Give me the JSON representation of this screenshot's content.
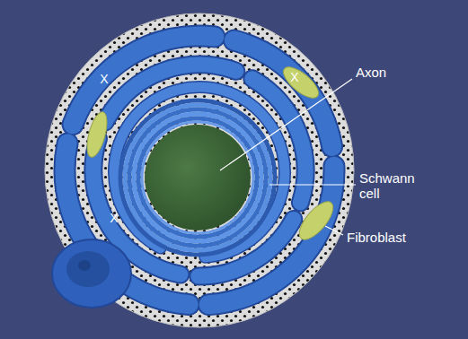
{
  "diagram": {
    "labels": [
      "X",
      "X",
      "Axon",
      "Schwann cell",
      "X",
      "Fibroblast"
    ]
  }
}
